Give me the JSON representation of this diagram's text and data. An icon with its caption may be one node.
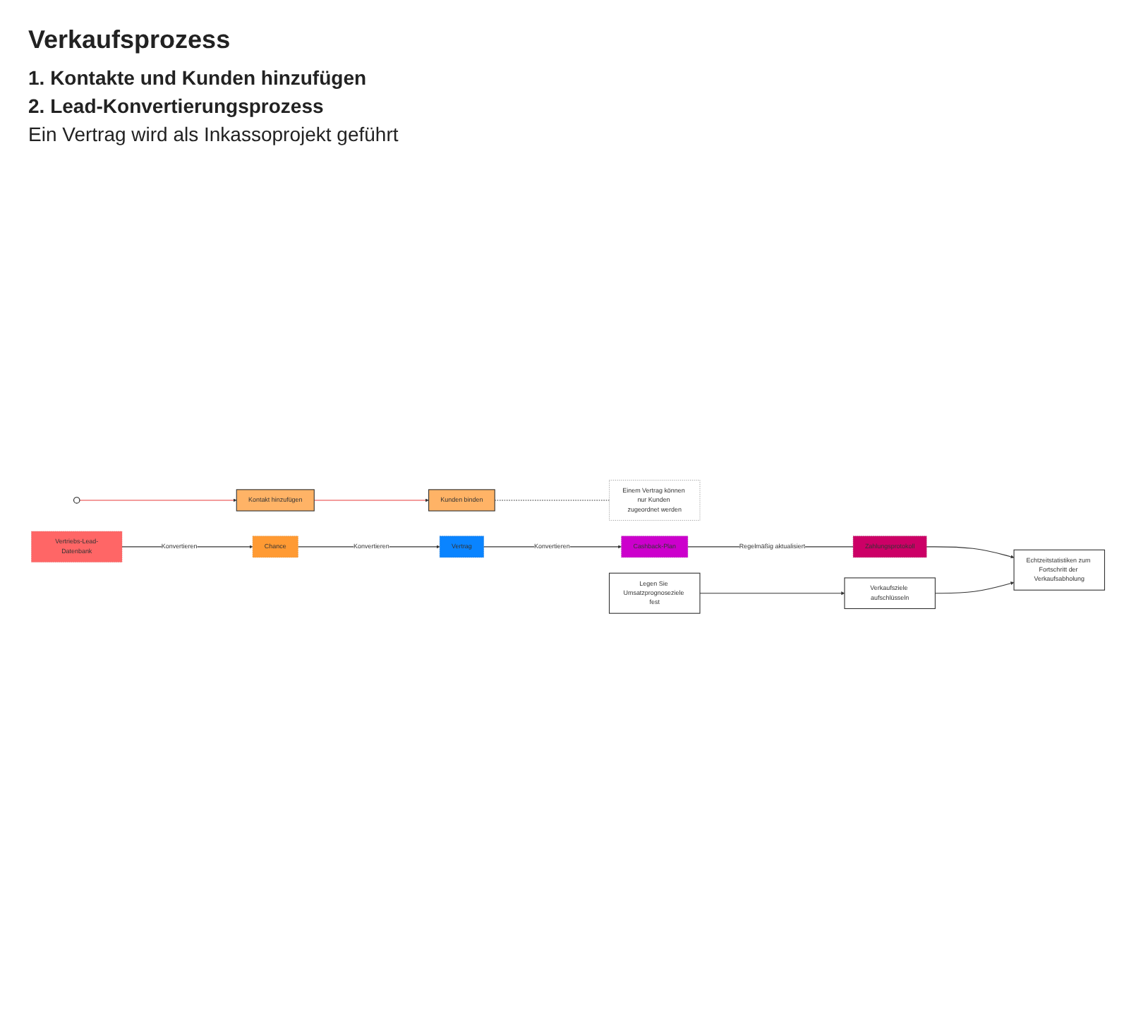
{
  "diagram": {
    "title": "Verkaufsprozess",
    "nodes": [
      {
        "text": [],
        "shape": "circle"
      },
      {
        "text": [
          "Kontakt hinzufügen"
        ]
      },
      {
        "text": [
          "Kunden binden"
        ]
      },
      {
        "text": [
          "Einem Vertrag können nur Kunden zugeordnet werden"
        ]
      },
      {
        "text": [
          "Vertriebs-Lead-Datenbank"
        ]
      },
      {
        "text": [
          "Chance"
        ]
      },
      {
        "text": [
          "Vertrag"
        ]
      },
      {
        "text": [
          "Cashback-Plan"
        ]
      },
      {
        "text": [
          "Zahlungsprotokoll"
        ]
      },
      {
        "text": [
          "Legen Sie Umsatzprognoseziele fest"
        ]
      },
      {
        "text": [
          "Verkaufsziele aufschlüsseln"
        ]
      },
      {
        "text": [
          "Echtzeitstatistiken zum Fortschritt der Verkaufsabholung"
        ]
      }
    ],
    "edges": [
      {
        "from": 0,
        "to": 1,
        "arrow": "to",
        "color": "#e83a3a"
      },
      {
        "from": 1,
        "to": 2,
        "arrow": "to",
        "color": "#e83a3a"
      },
      {
        "from": 2,
        "to": 3,
        "arrow": "none",
        "style": "dashed"
      },
      {
        "from": 4,
        "to": 5,
        "arrow": "to",
        "label": "Konvertieren"
      },
      {
        "from": 5,
        "to": 6,
        "arrow": "to",
        "label": "Konvertieren"
      },
      {
        "from": 6,
        "to": 7,
        "arrow": "to",
        "label": "Konvertieren"
      },
      {
        "from": 7,
        "to": 8,
        "arrow": "none",
        "label": "Regelmäßig aktualisiert"
      },
      {
        "from": 8,
        "to": 11,
        "arrow": "to"
      },
      {
        "from": 9,
        "to": 10,
        "arrow": "to"
      },
      {
        "from": 10,
        "to": 11,
        "arrow": "to"
      }
    ],
    "labels": [
      "1. Kontakte und Kunden hinzufügen",
      "2. Lead-Konvertierungsprozess",
      "Ein Vertrag wird als Inkassoprojekt geführt"
    ]
  }
}
